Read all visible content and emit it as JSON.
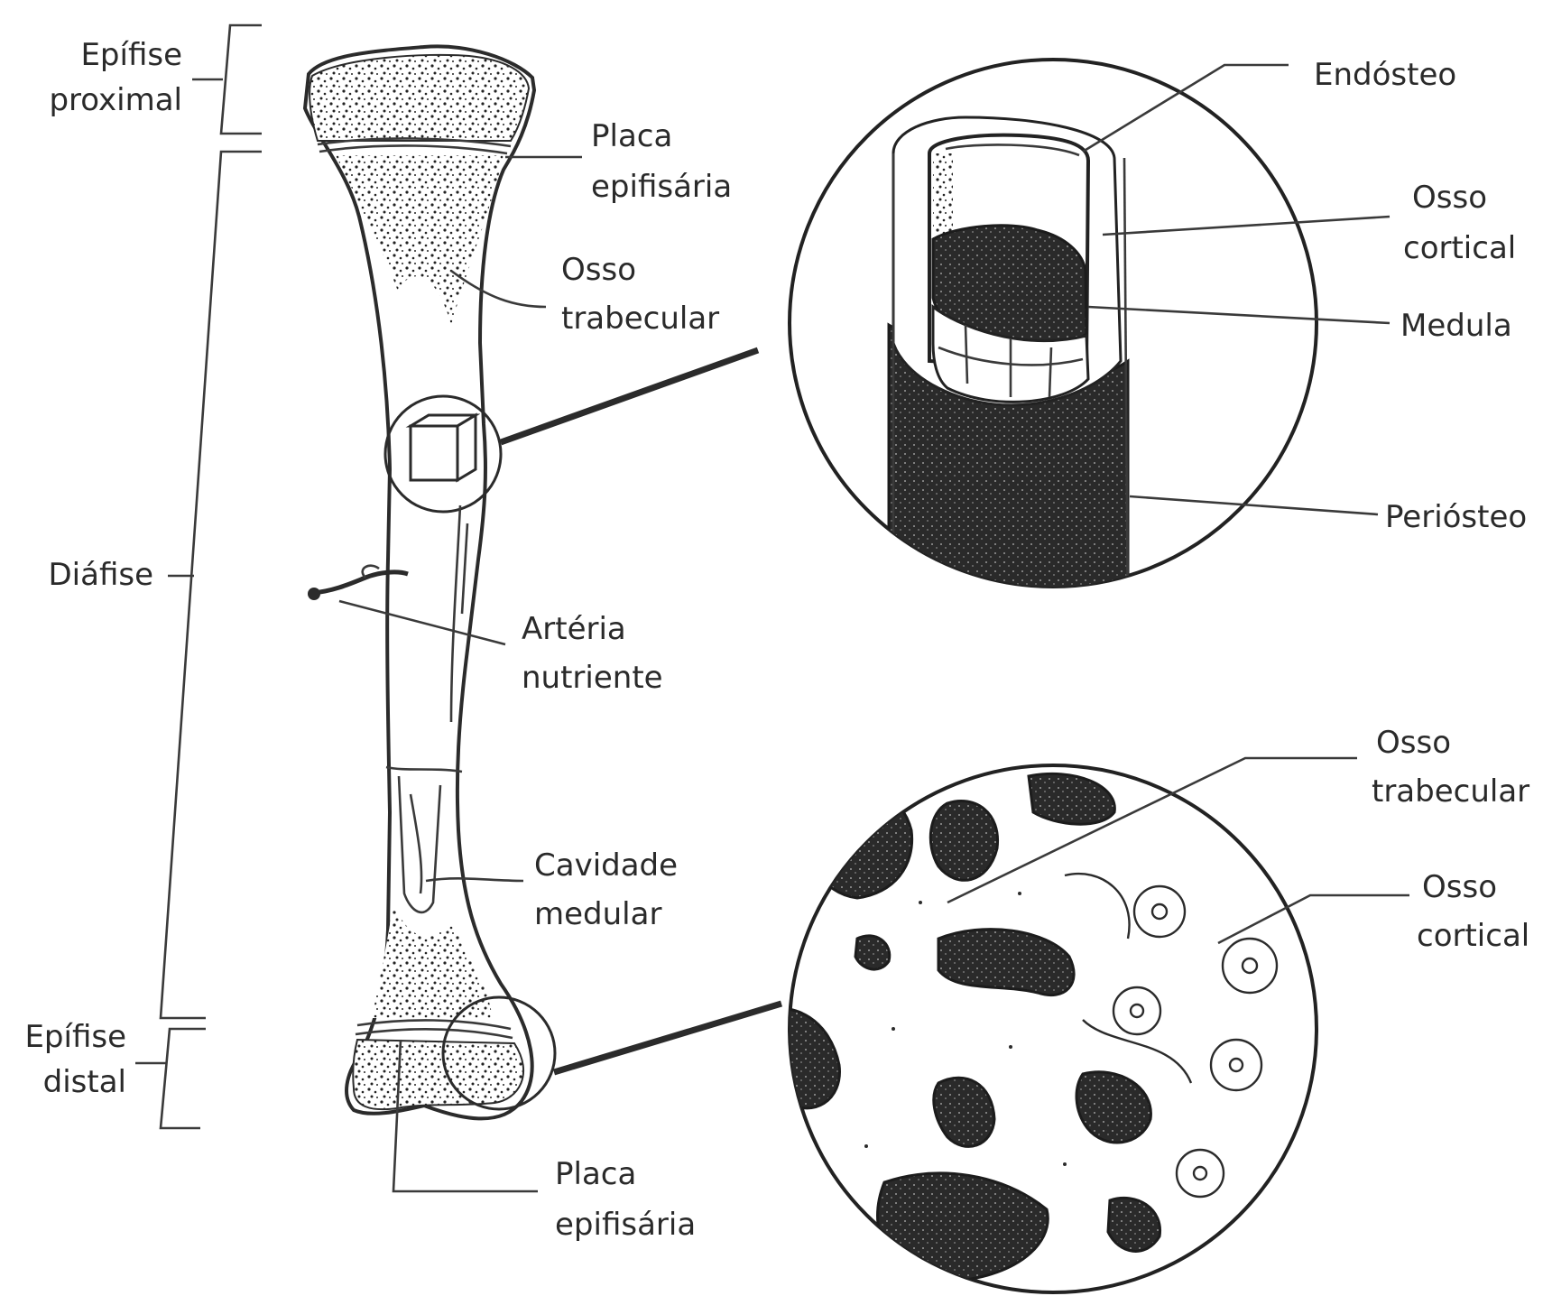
{
  "labels": {
    "epifise_proximal": [
      "Epífise",
      "proximal"
    ],
    "diafise": "Diáfise",
    "epifise_distal": [
      "Epífise",
      "distal"
    ],
    "placa_epifisaria_top": [
      "Placa",
      "epifisária"
    ],
    "osso_trabecular_left": [
      "Osso",
      "trabecular"
    ],
    "arteria_nutriente": [
      "Artéria",
      "nutriente"
    ],
    "cavidade_medular": [
      "Cavidade",
      "medular"
    ],
    "placa_epifisaria_bottom": [
      "Placa",
      "epifisária"
    ],
    "endosteo": "Endósteo",
    "osso_cortical_top": [
      "Osso",
      "cortical"
    ],
    "medula": "Medula",
    "periosteo": "Periósteo",
    "osso_trabecular_right": [
      "Osso",
      "trabecular"
    ],
    "osso_cortical_bottom": [
      "Osso",
      "cortical"
    ]
  }
}
